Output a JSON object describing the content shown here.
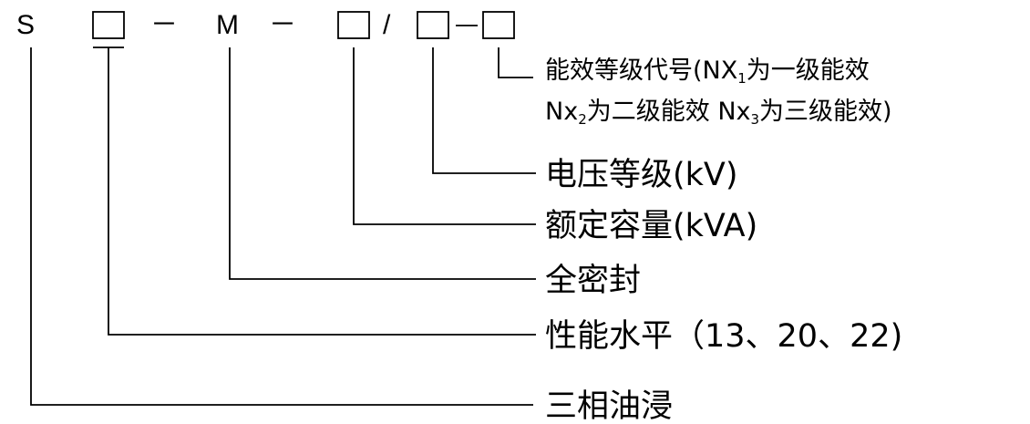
{
  "code": {
    "s": "S",
    "dash": "－",
    "m": "M",
    "slash": "/"
  },
  "labels": {
    "efficiency_line1_prefix": "能效等级代号(NX",
    "efficiency_line1_sub": "1",
    "efficiency_line1_suffix": "为一级能效",
    "efficiency_line2_prefix": "Nx",
    "efficiency_line2_sub1": "2",
    "efficiency_line2_mid": "为二级能效 Nx",
    "efficiency_line2_sub2": "3",
    "efficiency_line2_suffix": "为三级能效)",
    "voltage": "电压等级(kV)",
    "capacity": "额定容量(kVA)",
    "sealed": "全密封",
    "performance": "性能水平（13、20、22)",
    "oil": "三相油浸"
  }
}
